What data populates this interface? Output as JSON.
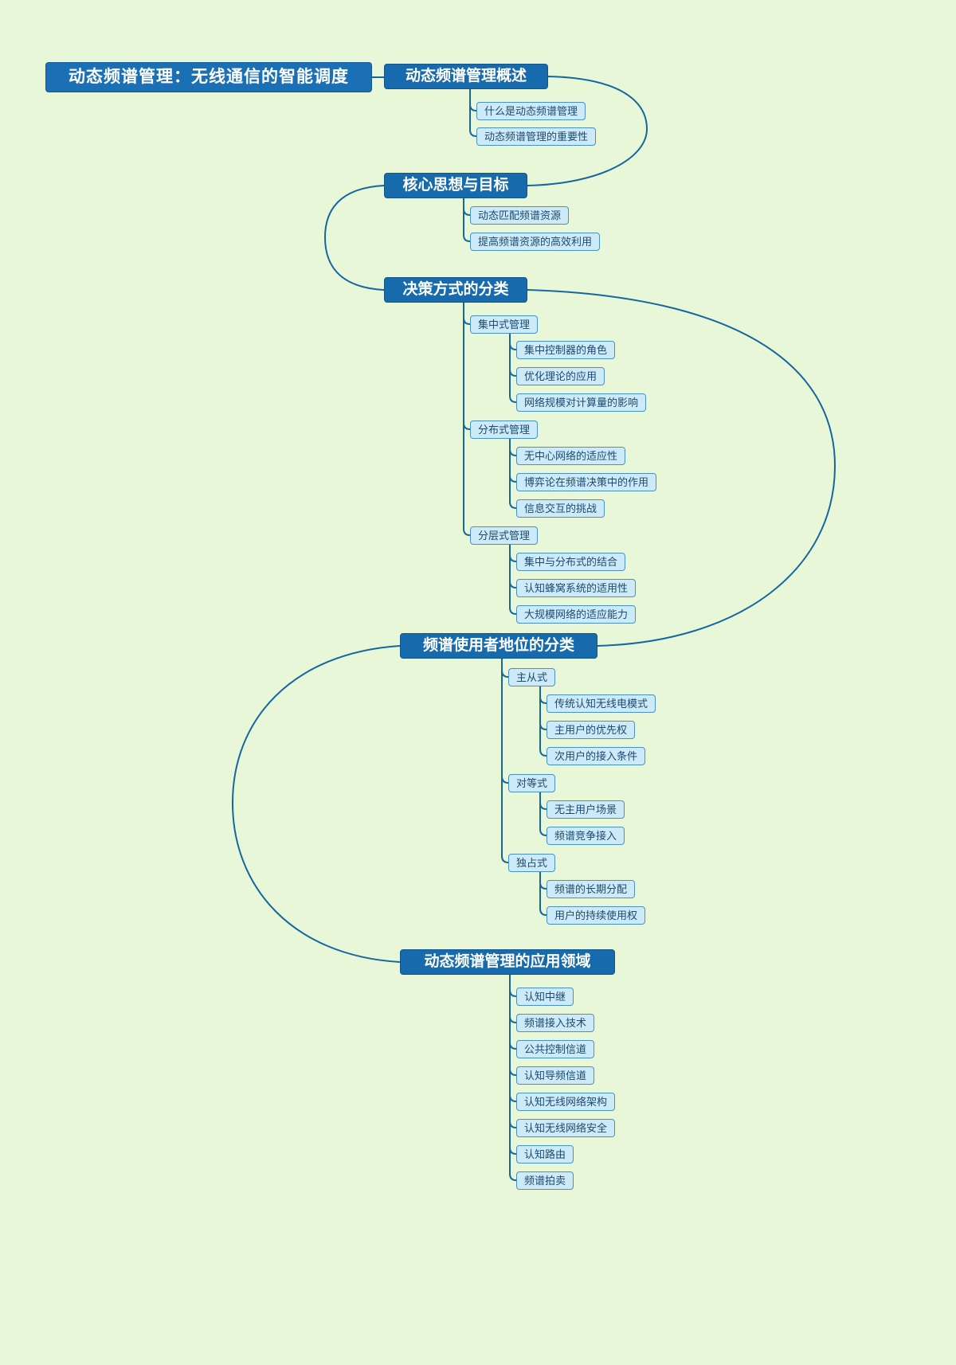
{
  "root": {
    "label": "动态频谱管理：无线通信的智能调度"
  },
  "branches": [
    {
      "label": "动态频谱管理概述",
      "children": [
        {
          "label": "什么是动态频谱管理"
        },
        {
          "label": "动态频谱管理的重要性"
        }
      ]
    },
    {
      "label": "核心思想与目标",
      "children": [
        {
          "label": "动态匹配频谱资源"
        },
        {
          "label": "提高频谱资源的高效利用"
        }
      ]
    },
    {
      "label": "决策方式的分类",
      "children": [
        {
          "label": "集中式管理",
          "children": [
            {
              "label": "集中控制器的角色"
            },
            {
              "label": "优化理论的应用"
            },
            {
              "label": "网络规模对计算量的影响"
            }
          ]
        },
        {
          "label": "分布式管理",
          "children": [
            {
              "label": "无中心网络的适应性"
            },
            {
              "label": "博弈论在频谱决策中的作用"
            },
            {
              "label": "信息交互的挑战"
            }
          ]
        },
        {
          "label": "分层式管理",
          "children": [
            {
              "label": "集中与分布式的结合"
            },
            {
              "label": "认知蜂窝系统的适用性"
            },
            {
              "label": "大规模网络的适应能力"
            }
          ]
        }
      ]
    },
    {
      "label": "频谱使用者地位的分类",
      "children": [
        {
          "label": "主从式",
          "children": [
            {
              "label": "传统认知无线电模式"
            },
            {
              "label": "主用户的优先权"
            },
            {
              "label": "次用户的接入条件"
            }
          ]
        },
        {
          "label": "对等式",
          "children": [
            {
              "label": "无主用户场景"
            },
            {
              "label": "频谱竞争接入"
            }
          ]
        },
        {
          "label": "独占式",
          "children": [
            {
              "label": "频谱的长期分配"
            },
            {
              "label": "用户的持续使用权"
            }
          ]
        }
      ]
    },
    {
      "label": "动态频谱管理的应用领域",
      "children": [
        {
          "label": "认知中继"
        },
        {
          "label": "频谱接入技术"
        },
        {
          "label": "公共控制信道"
        },
        {
          "label": "认知导频信道"
        },
        {
          "label": "认知无线网络架构"
        },
        {
          "label": "认知无线网络安全"
        },
        {
          "label": "认知路由"
        },
        {
          "label": "频谱拍卖"
        }
      ]
    }
  ],
  "colors": {
    "background": "#e9f7d9",
    "main_node": "#176aac",
    "child_node_bg": "#cdeaf9",
    "child_node_border": "#4a90c4",
    "line": "#16679f"
  }
}
